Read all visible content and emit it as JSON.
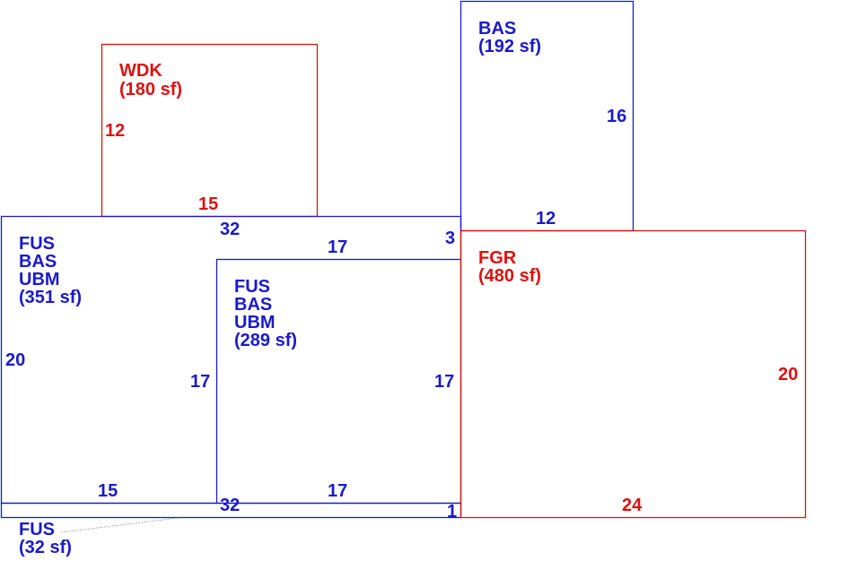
{
  "colors": {
    "blue": "#1a1acc",
    "red": "#dd1111"
  },
  "areas": {
    "wdk": {
      "code": "WDK",
      "area": "(180 sf)"
    },
    "bas_top": {
      "code": "BAS",
      "area": "(192 sf)"
    },
    "main_left": {
      "codes": [
        "FUS",
        "BAS",
        "UBM"
      ],
      "area": "(351 sf)"
    },
    "main_mid": {
      "codes": [
        "FUS",
        "BAS",
        "UBM"
      ],
      "area": "(289 sf)"
    },
    "fgr": {
      "code": "FGR",
      "area": "(480 sf)"
    },
    "fus_strip": {
      "code": "FUS",
      "area": "(32 sf)"
    }
  },
  "dimensions": {
    "wdk_side": "12",
    "wdk_bottom": "15",
    "bas_side": "16",
    "bas_bottom": "12",
    "main_top": "32",
    "mid_top": "17",
    "step": "3",
    "left_side": "20",
    "mid_left_side": "17",
    "mid_right_side": "17",
    "left_bottom": "15",
    "mid_bottom": "17",
    "strip_length": "32",
    "strip_end": "1",
    "fgr_side": "20",
    "fgr_bottom": "24"
  }
}
